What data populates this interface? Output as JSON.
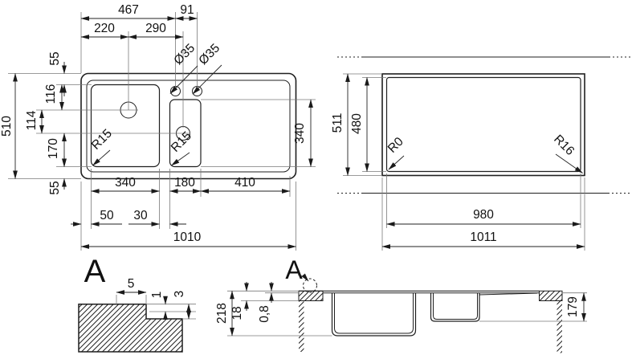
{
  "plan": {
    "top_chain_1": "467",
    "top_chain_2": "91",
    "drain_x_1": "220",
    "drain_x_2": "290",
    "tap_dia_1": "Ø35",
    "tap_dia_2": "Ø35",
    "overall_height": "510",
    "left_chain": [
      "55",
      "116",
      "114",
      "170",
      "55"
    ],
    "bowl1_width": "340",
    "bowl2_width": "180",
    "drainer_width": "410",
    "edge_offset": "50",
    "bowl_gap": "30",
    "overall_width": "1010",
    "bowl1_radius": "R15",
    "bowl2_radius": "R15",
    "bowl_height": "340"
  },
  "cutout": {
    "overall_height": "511",
    "cutout_height": "480",
    "corner_radius_left": "R0",
    "corner_radius_right": "R16",
    "cutout_width": "980",
    "overall_width": "1011"
  },
  "detail": {
    "label": "A",
    "step_width": "5",
    "depth_1": "1",
    "depth_2": "3"
  },
  "section": {
    "label": "A",
    "overall_depth": "218",
    "worktop_thickness": "18",
    "sheet_thickness": "0,8",
    "bowl2_depth": "179"
  }
}
